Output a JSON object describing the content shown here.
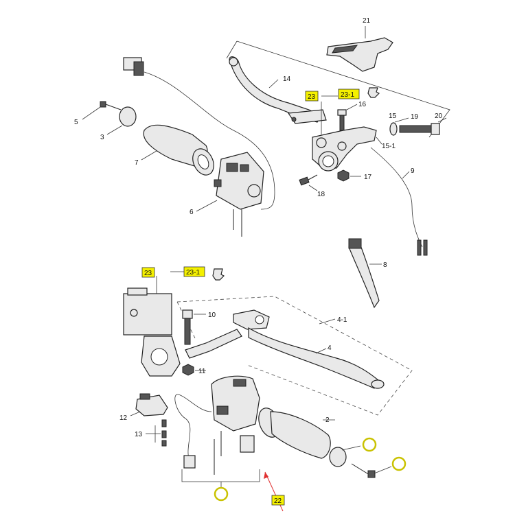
{
  "title": "Handlebar switches, grips and levers — exploded parts diagram",
  "callouts": {
    "c2": "2",
    "c3": "3",
    "c4": "4",
    "c4_1": "4-1",
    "c5": "5",
    "c6": "6",
    "c7": "7",
    "c8": "8",
    "c9": "9",
    "c10": "10",
    "c11": "11",
    "c12": "12",
    "c13": "13",
    "c14": "14",
    "c15": "15",
    "c15_1": "15-1",
    "c16": "16",
    "c17": "17",
    "c18": "18",
    "c19": "19",
    "c20": "20",
    "c21": "21"
  },
  "highlighted": {
    "upper_23": "23",
    "upper_23_1": "23-1",
    "lower_23": "23",
    "lower_23_1": "23-1",
    "bottom_22": "22"
  },
  "markers": [
    "circle-marker-washer",
    "circle-marker-bolt",
    "circle-marker-pin"
  ],
  "colors": {
    "highlight": "#f4f000",
    "marker_ring": "#c9c200",
    "arrow": "#e03030"
  }
}
